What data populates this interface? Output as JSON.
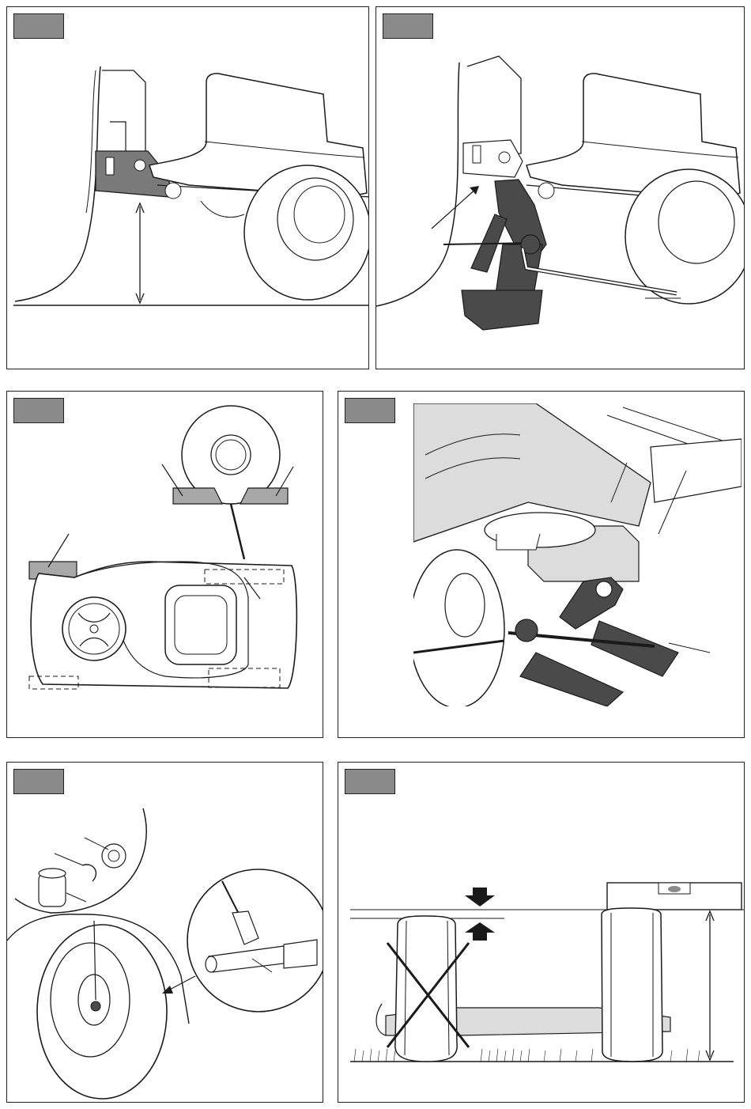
{
  "colors": {
    "line": "#1a1a1a",
    "tag_fill": "#8a8a8a",
    "highlight": "#7a7a7a",
    "jack": "#4a4a4a",
    "label_box": "#a8a8a8",
    "surface": "#dcdcdc",
    "background": "#ffffff"
  },
  "panels": [
    {
      "id": "p1",
      "content": "bumper-lower-edge-clearance-to-ground"
    },
    {
      "id": "p2",
      "content": "scissor-jack-under-jacking-point"
    },
    {
      "id": "p3",
      "content": "mower-top-view-with-wheel-chock-positions"
    },
    {
      "id": "p4",
      "content": "jack-lifting-mower-deck-closeup"
    },
    {
      "id": "p5",
      "content": "wheel-removal-clip-washer-and-axle-greasing"
    },
    {
      "id": "p6",
      "content": "tire-pressure-level-comparison"
    }
  ]
}
